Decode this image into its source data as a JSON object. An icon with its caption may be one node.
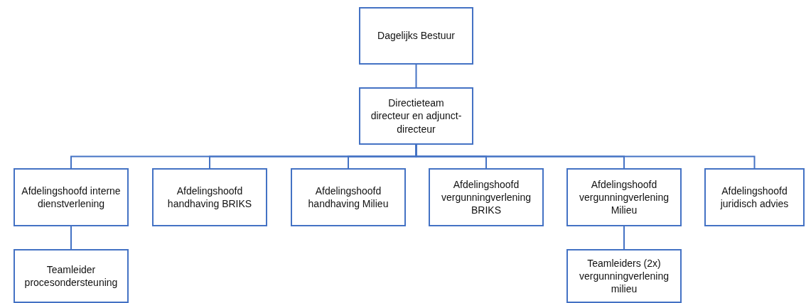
{
  "diagram": {
    "nodes": [
      {
        "text": [
          "Dagelijks Bestuur"
        ]
      },
      {
        "text": [
          "Directieteam",
          "directeur en adjunct-directeur"
        ]
      },
      {
        "text": [
          "Afdelingshoofd interne dienstverlening"
        ]
      },
      {
        "text": [
          "Afdelingshoofd handhaving BRIKS"
        ]
      },
      {
        "text": [
          "Afdelingshoofd handhaving Milieu"
        ]
      },
      {
        "text": [
          "Afdelingshoofd vergunningverlening BRIKS"
        ]
      },
      {
        "text": [
          "Afdelingshoofd vergunningverlening Milieu"
        ]
      },
      {
        "text": [
          "Afdelingshoofd juridisch advies"
        ]
      },
      {
        "text": [
          "Teamleider procesondersteuning"
        ]
      },
      {
        "text": [
          "Teamleiders (2x) vergunningverlening milieu"
        ]
      }
    ],
    "edges": [
      {
        "from": 0,
        "to": 1,
        "arrow": "none"
      },
      {
        "from": 1,
        "to": 2,
        "arrow": "none"
      },
      {
        "from": 1,
        "to": 3,
        "arrow": "none"
      },
      {
        "from": 1,
        "to": 4,
        "arrow": "none"
      },
      {
        "from": 1,
        "to": 5,
        "arrow": "none"
      },
      {
        "from": 1,
        "to": 6,
        "arrow": "none"
      },
      {
        "from": 1,
        "to": 7,
        "arrow": "none"
      },
      {
        "from": 2,
        "to": 8,
        "arrow": "none"
      },
      {
        "from": 6,
        "to": 9,
        "arrow": "none"
      }
    ]
  }
}
